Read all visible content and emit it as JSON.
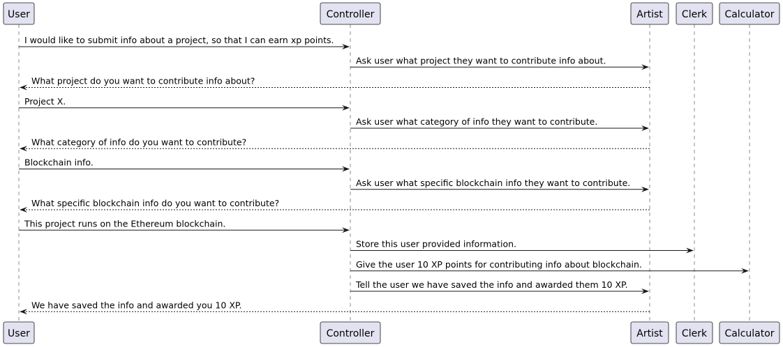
{
  "participants": [
    {
      "id": "user",
      "label": "User"
    },
    {
      "id": "controller",
      "label": "Controller"
    },
    {
      "id": "artist",
      "label": "Artist"
    },
    {
      "id": "clerk",
      "label": "Clerk"
    },
    {
      "id": "calculator",
      "label": "Calculator"
    }
  ],
  "messages": [
    {
      "from": "user",
      "to": "controller",
      "style": "solid",
      "text": "I would like to submit info about a project, so that I can earn xp points."
    },
    {
      "from": "controller",
      "to": "artist",
      "style": "solid",
      "text": "Ask user what project they want to contribute info about."
    },
    {
      "from": "artist",
      "to": "user",
      "style": "dashed",
      "text": "What project do you want to contribute info about?"
    },
    {
      "from": "user",
      "to": "controller",
      "style": "solid",
      "text": "Project X."
    },
    {
      "from": "controller",
      "to": "artist",
      "style": "solid",
      "text": "Ask user what category of info they want to contribute."
    },
    {
      "from": "artist",
      "to": "user",
      "style": "dashed",
      "text": "What category of info do you want to contribute?"
    },
    {
      "from": "user",
      "to": "controller",
      "style": "solid",
      "text": "Blockchain info."
    },
    {
      "from": "controller",
      "to": "artist",
      "style": "solid",
      "text": "Ask user what specific blockchain info they want to contribute."
    },
    {
      "from": "artist",
      "to": "user",
      "style": "dashed",
      "text": "What specific blockchain info do you want to contribute?"
    },
    {
      "from": "user",
      "to": "controller",
      "style": "solid",
      "text": "This project runs on the Ethereum blockchain."
    },
    {
      "from": "controller",
      "to": "clerk",
      "style": "solid",
      "text": "Store this user provided information."
    },
    {
      "from": "controller",
      "to": "calculator",
      "style": "solid",
      "text": "Give the user 10 XP points for contributing info about blockchain."
    },
    {
      "from": "controller",
      "to": "artist",
      "style": "solid",
      "text": "Tell the user we have saved the info and awarded them 10 XP."
    },
    {
      "from": "artist",
      "to": "user",
      "style": "dashed",
      "text": "We have saved the info and awarded you 10 XP."
    }
  ]
}
